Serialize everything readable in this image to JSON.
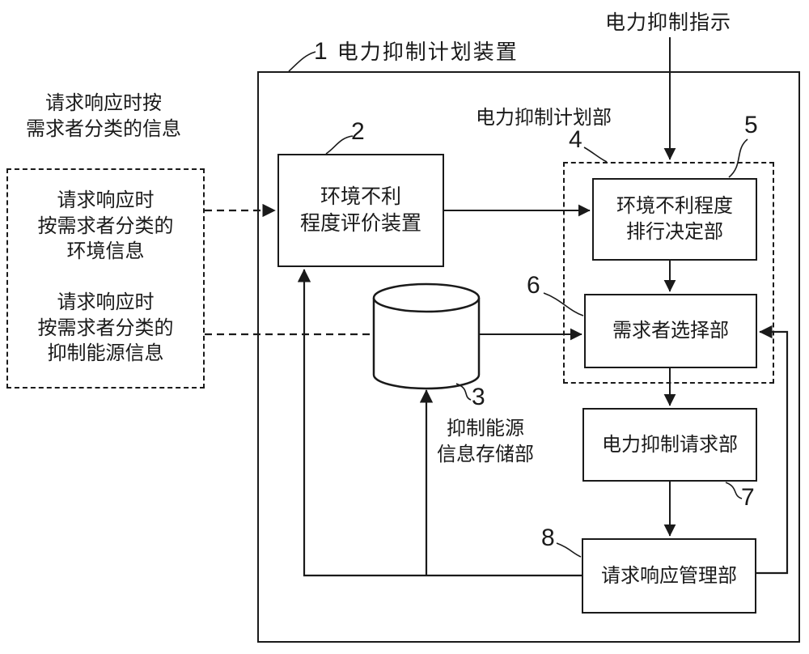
{
  "colors": {
    "line": "#1a1a1a",
    "background": "#ffffff"
  },
  "top_input": {
    "label": "电力抑制指示"
  },
  "device": {
    "ref": "1",
    "label": "电力抑制计划装置"
  },
  "external_inputs": {
    "title": "请求响应时按\n需求者分类的信息",
    "env_info": "请求响应时\n按需求者分类的\n环境信息",
    "energy_info": "请求响应时\n按需求者分类的\n抑制能源信息"
  },
  "blocks": {
    "evaluator": {
      "ref": "2",
      "label": "环境不利\n程度评价装置"
    },
    "storage": {
      "ref": "3",
      "label": "抑制能源\n信息存储部"
    },
    "planning": {
      "ref": "4",
      "label": "电力抑制计划部"
    },
    "ranking": {
      "ref": "5",
      "label": "环境不利程度\n排行决定部"
    },
    "selector": {
      "ref": "6",
      "label": "需求者选择部"
    },
    "requester": {
      "ref": "7",
      "label": "电力抑制请求部"
    },
    "manager": {
      "ref": "8",
      "label": "请求响应管理部"
    }
  }
}
